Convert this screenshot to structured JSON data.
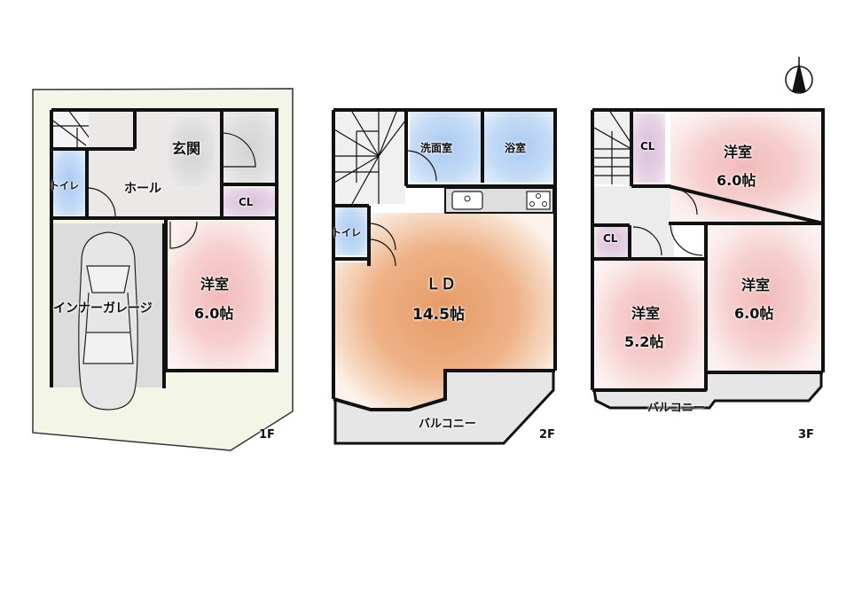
{
  "floors": [
    {
      "id": "1F",
      "label": "1F",
      "rooms": [
        {
          "name": "entrance",
          "label": "玄関"
        },
        {
          "name": "hall",
          "label": "ホール"
        },
        {
          "name": "toilet",
          "label": "トイレ"
        },
        {
          "name": "closet",
          "label": "CL"
        },
        {
          "name": "western-room",
          "label": "洋室",
          "size": "6.0帖"
        },
        {
          "name": "inner-garage",
          "label": "インナーガレージ"
        }
      ]
    },
    {
      "id": "2F",
      "label": "2F",
      "rooms": [
        {
          "name": "washroom",
          "label": "洗面室"
        },
        {
          "name": "bathroom",
          "label": "浴室"
        },
        {
          "name": "toilet",
          "label": "トイレ"
        },
        {
          "name": "living-dining",
          "label": "ＬＤ",
          "size": "14.5帖"
        },
        {
          "name": "balcony",
          "label": "バルコニー"
        }
      ]
    },
    {
      "id": "3F",
      "label": "3F",
      "rooms": [
        {
          "name": "closet-1",
          "label": "CL"
        },
        {
          "name": "western-room-1",
          "label": "洋室",
          "size": "6.0帖"
        },
        {
          "name": "closet-2",
          "label": "CL"
        },
        {
          "name": "western-room-2",
          "label": "洋室",
          "size": "5.2帖"
        },
        {
          "name": "western-room-3",
          "label": "洋室",
          "size": "6.0帖"
        },
        {
          "name": "balcony",
          "label": "バルコニー"
        }
      ]
    }
  ],
  "compass": {
    "icon": "north-arrow-icon"
  },
  "colors": {
    "bedroom": "#f3b9b9",
    "living": "#e8a070",
    "water": "#a9c9f2",
    "closet": "#d9bfd9",
    "common": "#d3d3d3",
    "site": "#f3f6e6",
    "wall": "#111111"
  }
}
